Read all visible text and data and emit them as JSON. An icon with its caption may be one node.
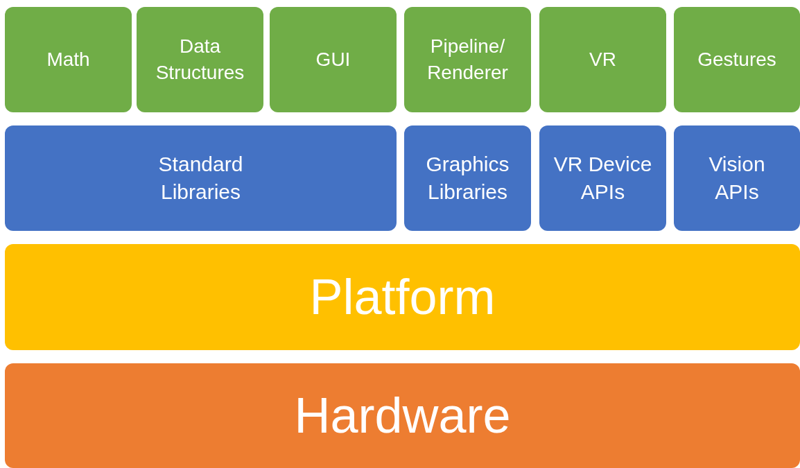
{
  "diagram": {
    "nodes": [
      {
        "text": [
          "Math"
        ]
      },
      {
        "text": [
          "Data Structures"
        ]
      },
      {
        "text": [
          "GUI"
        ]
      },
      {
        "text": [
          "Pipeline/ Renderer"
        ]
      },
      {
        "text": [
          "VR"
        ]
      },
      {
        "text": [
          "Gestures"
        ]
      },
      {
        "text": [
          "Standard Libraries"
        ]
      },
      {
        "text": [
          "Graphics Libraries"
        ]
      },
      {
        "text": [
          "VR Device APIs"
        ]
      },
      {
        "text": [
          "Vision APIs"
        ]
      },
      {
        "text": [
          "Platform"
        ]
      },
      {
        "text": [
          "Hardware"
        ]
      }
    ]
  }
}
